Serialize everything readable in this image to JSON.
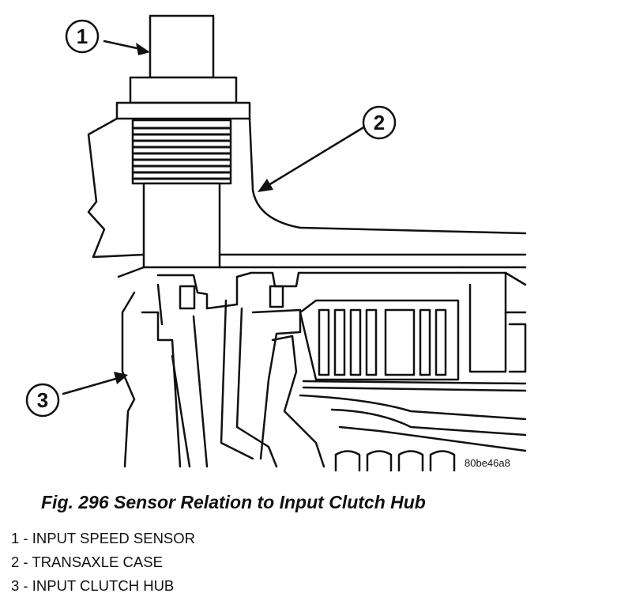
{
  "figure": {
    "callouts": [
      {
        "number": "1",
        "part": "input-speed-sensor"
      },
      {
        "number": "2",
        "part": "transaxle-case"
      },
      {
        "number": "3",
        "part": "input-clutch-hub"
      }
    ],
    "image_code": "80be46a8"
  },
  "caption": "Fig. 296 Sensor Relation to Input Clutch Hub",
  "legend": [
    "1 - INPUT SPEED SENSOR",
    "2 - TRANSAXLE CASE",
    "3 - INPUT CLUTCH HUB"
  ]
}
